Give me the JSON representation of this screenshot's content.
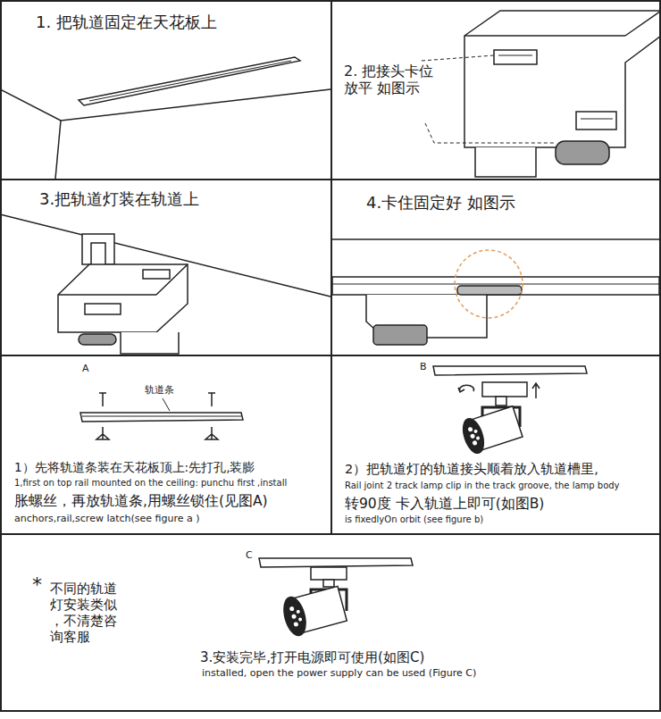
{
  "diagram": {
    "nodes": [
      {
        "text": [
          "1. 把轨道固定在天花板上"
        ]
      },
      {
        "text": [
          "2. 把接头卡位放平 如图示"
        ]
      },
      {
        "text": [
          "3.把轨道灯装在轨道上"
        ]
      },
      {
        "text": [
          "4.卡住固定好 如图示"
        ]
      },
      {
        "text": [
          "A",
          "轨道条",
          "1）先将轨道条装在天花板顶上:先打孔,装膨",
          "1,first on top rail mounted on the ceiling: punchu first ,install",
          "胀螺丝，再放轨道条,用螺丝锁住(见图A)",
          "anchors,rail,screw latch(see figure a )"
        ]
      },
      {
        "text": [
          "B",
          "2）把轨道灯的轨道接头顺着放入轨道槽里,",
          "Rail joint 2 track lamp clip in the track groove, the lamp body",
          "转90度 卡入轨道上即可(如图B)",
          "is fixedlyOn orbit (see figure b)"
        ]
      },
      {
        "text": [
          "C",
          "*",
          "不同的轨道 灯安装类似 ，不清楚咨 询客服",
          "3.安装完毕,打开电源即可使用(如图C)",
          "installed, open the power supply can be used (Figure C)"
        ]
      }
    ]
  }
}
